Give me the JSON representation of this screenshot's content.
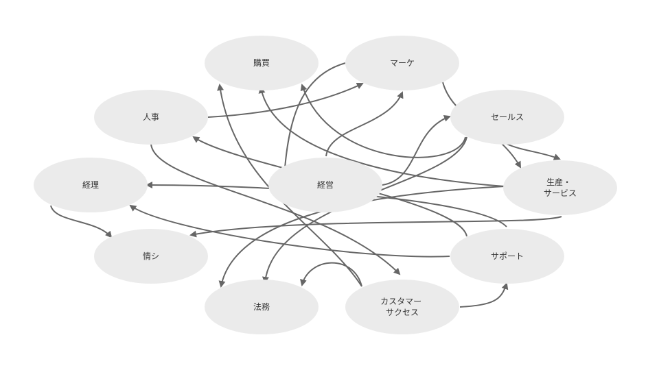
{
  "nodes": {
    "purchasing": {
      "lines": [
        "購買"
      ]
    },
    "marketing": {
      "lines": [
        "マーケ"
      ]
    },
    "hr": {
      "lines": [
        "人事"
      ]
    },
    "sales": {
      "lines": [
        "セールス"
      ]
    },
    "accounting": {
      "lines": [
        "経理"
      ]
    },
    "management": {
      "lines": [
        "経営"
      ]
    },
    "production": {
      "lines": [
        "生産・",
        "サービス"
      ]
    },
    "infosys": {
      "lines": [
        "情シ"
      ]
    },
    "support": {
      "lines": [
        "サポート"
      ]
    },
    "legal": {
      "lines": [
        "法務"
      ]
    },
    "customer_success": {
      "lines": [
        "カスタマー",
        "サクセス"
      ]
    }
  },
  "colors": {
    "node_fill": "#ebebeb",
    "edge": "#666666",
    "text": "#333333",
    "background": "#ffffff"
  }
}
